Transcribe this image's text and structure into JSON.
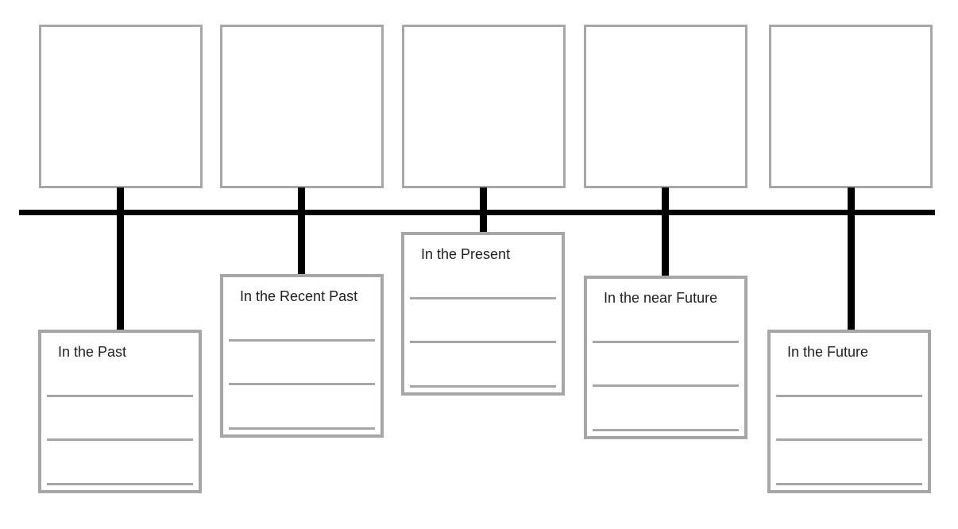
{
  "diagram": {
    "kind": "timeline-graphic-organizer",
    "colors": {
      "box_border": "#a6a6a6",
      "writing_line": "#a6a6a6",
      "timeline_line": "#000000",
      "label_text": "#1f1f1f",
      "background": "#ffffff"
    },
    "top_boxes_count": 5,
    "writing_lines_per_box": 3
  },
  "periods": [
    {
      "label": "In the Past"
    },
    {
      "label": "In the Recent Past"
    },
    {
      "label": "In the Present"
    },
    {
      "label": "In the near Future"
    },
    {
      "label": "In the Future"
    }
  ]
}
